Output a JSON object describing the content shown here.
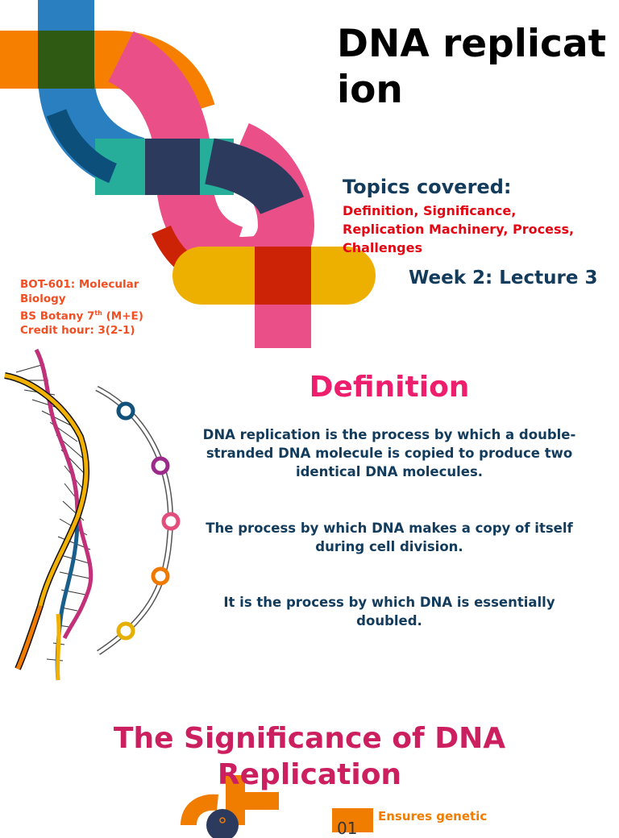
{
  "slide1": {
    "title": "DNA replication",
    "topics_heading": "Topics covered:",
    "topics_list": "Definition, Significance, Replication Machinery, Process, Challenges",
    "week": "Week 2: Lecture 3",
    "course_line1": "BOT-601: Molecular Biology",
    "course_line2_pre": "BS Botany 7",
    "course_line2_sup": "th",
    "course_line2_post": " (M+E)",
    "course_line3": "Credit hour: 3(2-1)"
  },
  "slide2": {
    "title": "Definition",
    "paragraphs": [
      "DNA replication is the process by which a double-stranded DNA molecule is copied to produce two identical DNA molecules.",
      "The process by which DNA makes a copy of itself during cell division.",
      "It is the process by which DNA is essentially doubled."
    ]
  },
  "slide3": {
    "title": "The Significance of DNA Replication",
    "items": [
      {
        "number": "01",
        "label": "Ensures genetic"
      }
    ]
  },
  "colors": {
    "orange": "#f77f00",
    "blue": "#2a7fc0",
    "dark_green": "#2f5a14",
    "pink": "#ea4f88",
    "teal": "#26ae9b",
    "navy": "#2c3a5e",
    "red": "#cc2306",
    "yellow": "#eeb000",
    "title_pink": "#ee1e6e",
    "text_navy": "#123b5c"
  }
}
